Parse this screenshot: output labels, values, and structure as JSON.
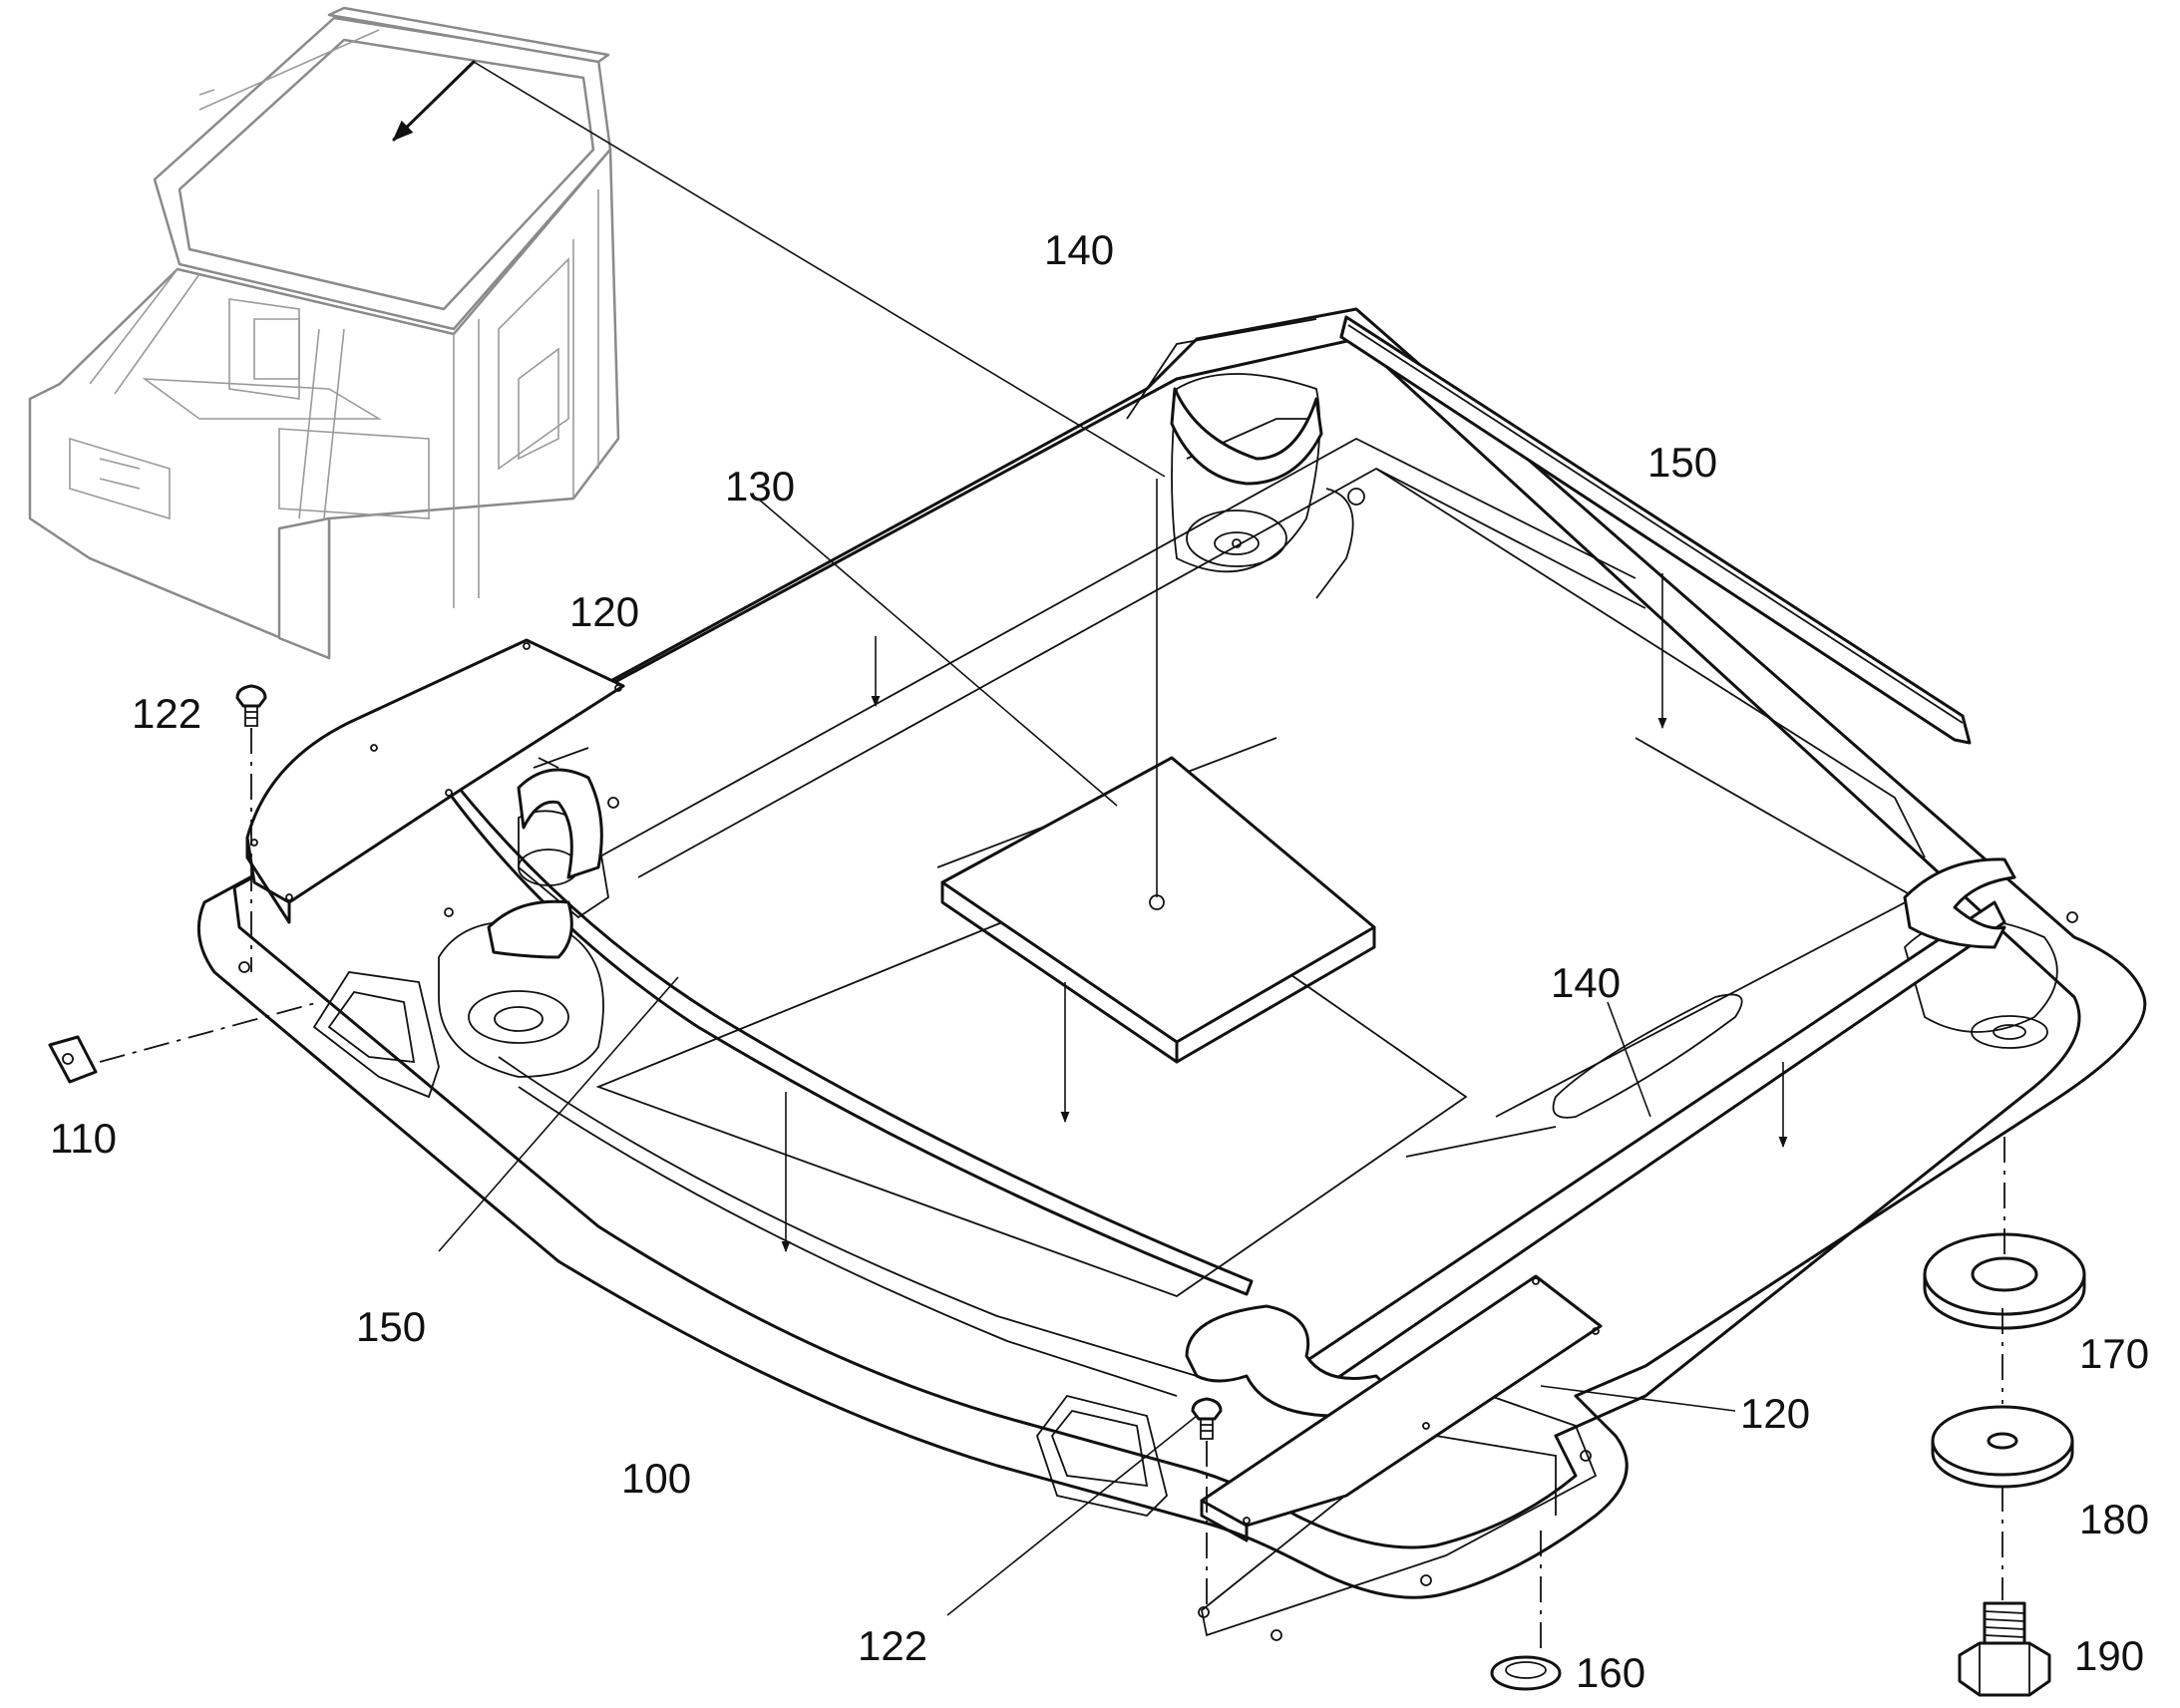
{
  "labels": {
    "l100": "100",
    "l110": "110",
    "l120_top": "120",
    "l120_right": "120",
    "l122_top": "122",
    "l122_bottom": "122",
    "l130": "130",
    "l140_top": "140",
    "l140_right": "140",
    "l150_top": "150",
    "l150_left": "150",
    "l160": "160",
    "l170": "170",
    "l180": "180",
    "l190": "190"
  },
  "colors": {
    "line": "#111111",
    "inset_line": "#8a8a8a",
    "background": "#ffffff"
  }
}
